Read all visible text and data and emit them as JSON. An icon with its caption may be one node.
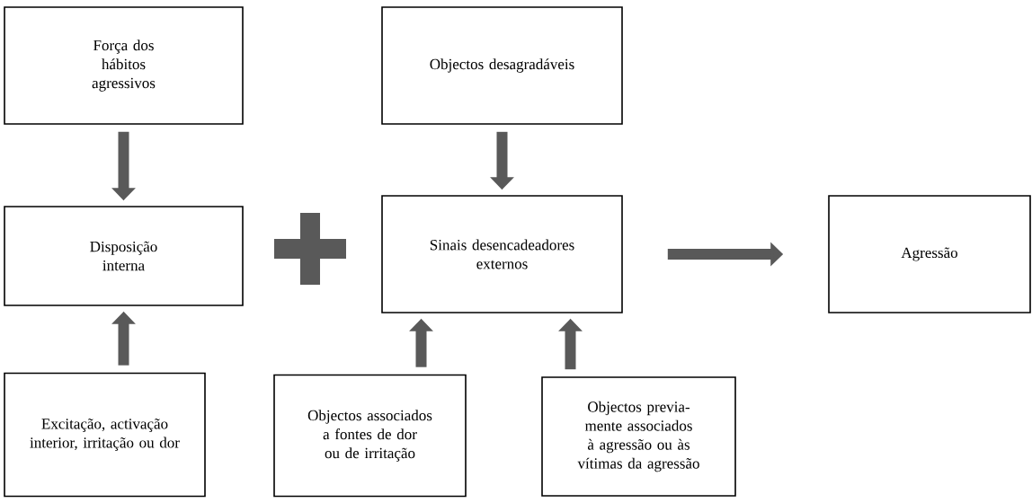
{
  "diagram": {
    "nodes": [
      {
        "text": [
          "Força dos hábitos agressivos"
        ]
      },
      {
        "text": [
          "Objectos desagradáveis"
        ]
      },
      {
        "text": [
          "Disposição interna"
        ]
      },
      {
        "text": [
          "Sinais desencadeadores externos"
        ]
      },
      {
        "text": [
          "Agressão"
        ]
      },
      {
        "text": [
          "Excitação, activação interior, irritação ou dor"
        ]
      },
      {
        "text": [
          "Objectos associados a fontes de dor ou de irritação"
        ]
      },
      {
        "text": [
          "Objectos previa- mente associados à agressão ou às vítimas da agressão"
        ]
      }
    ],
    "edges": [
      {
        "from": 0,
        "to": 2,
        "arrow": "to"
      },
      {
        "from": 1,
        "to": 3,
        "arrow": "to"
      },
      {
        "from": 5,
        "to": 2,
        "arrow": "to"
      },
      {
        "from": 6,
        "to": 3,
        "arrow": "to"
      },
      {
        "from": 7,
        "to": 3,
        "arrow": "to"
      },
      {
        "from": 3,
        "to": 4,
        "arrow": "to"
      }
    ]
  }
}
